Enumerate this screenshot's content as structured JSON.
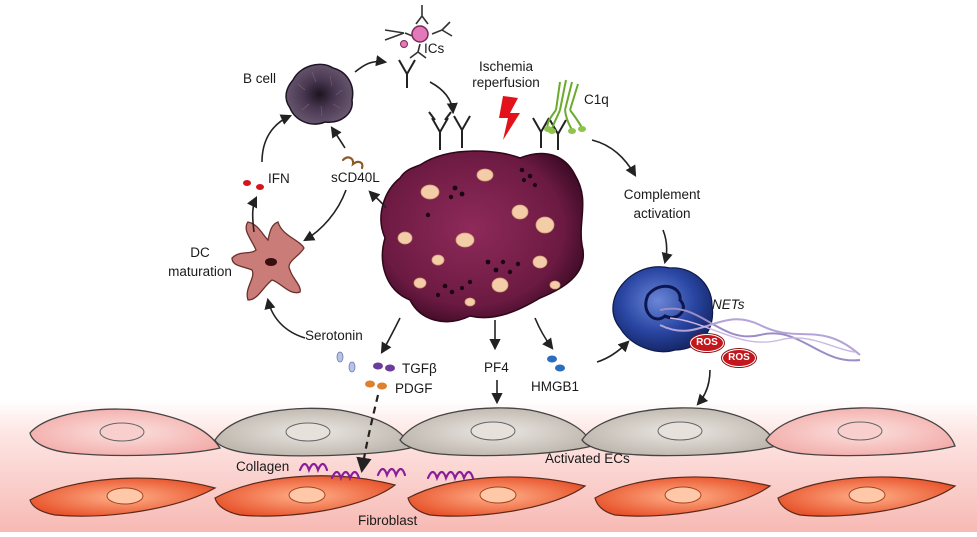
{
  "labels": {
    "ics": "ICs",
    "bcell": "B cell",
    "ischemia_line1": "Ischemia",
    "ischemia_line2": "reperfusion",
    "c1q": "C1q",
    "ifn": "IFN",
    "scd40l": "sCD40L",
    "complement_line1": "Complement",
    "complement_line2": "activation",
    "dc_line1": "DC",
    "dc_line2": "maturation",
    "nets": "NETs",
    "ros": "ROS",
    "serotonin": "Serotonin",
    "tgfb": "TGFβ",
    "pdgf": "PDGF",
    "pf4": "PF4",
    "hmgb1": "HMGB1",
    "collagen": "Collagen",
    "activated_ecs": "Activated ECs",
    "fibroblast": "Fibroblast"
  },
  "colors": {
    "platelet": "#7a1f4a",
    "platelet_dark": "#4a0f2e",
    "granule_light": "#f3cda8",
    "bcell": "#3d2c44",
    "dc_cell": "#c97c78",
    "neutrophil": "#2b4aa8",
    "c1q": "#6aaa2c",
    "bolt": "#e3121a",
    "collagen": "#8a1e9a",
    "ec_pink": "#f6c2c0",
    "ec_gray": "#d2cdc6",
    "fibroblast": "#ee7048",
    "ros": "#c4161c"
  }
}
